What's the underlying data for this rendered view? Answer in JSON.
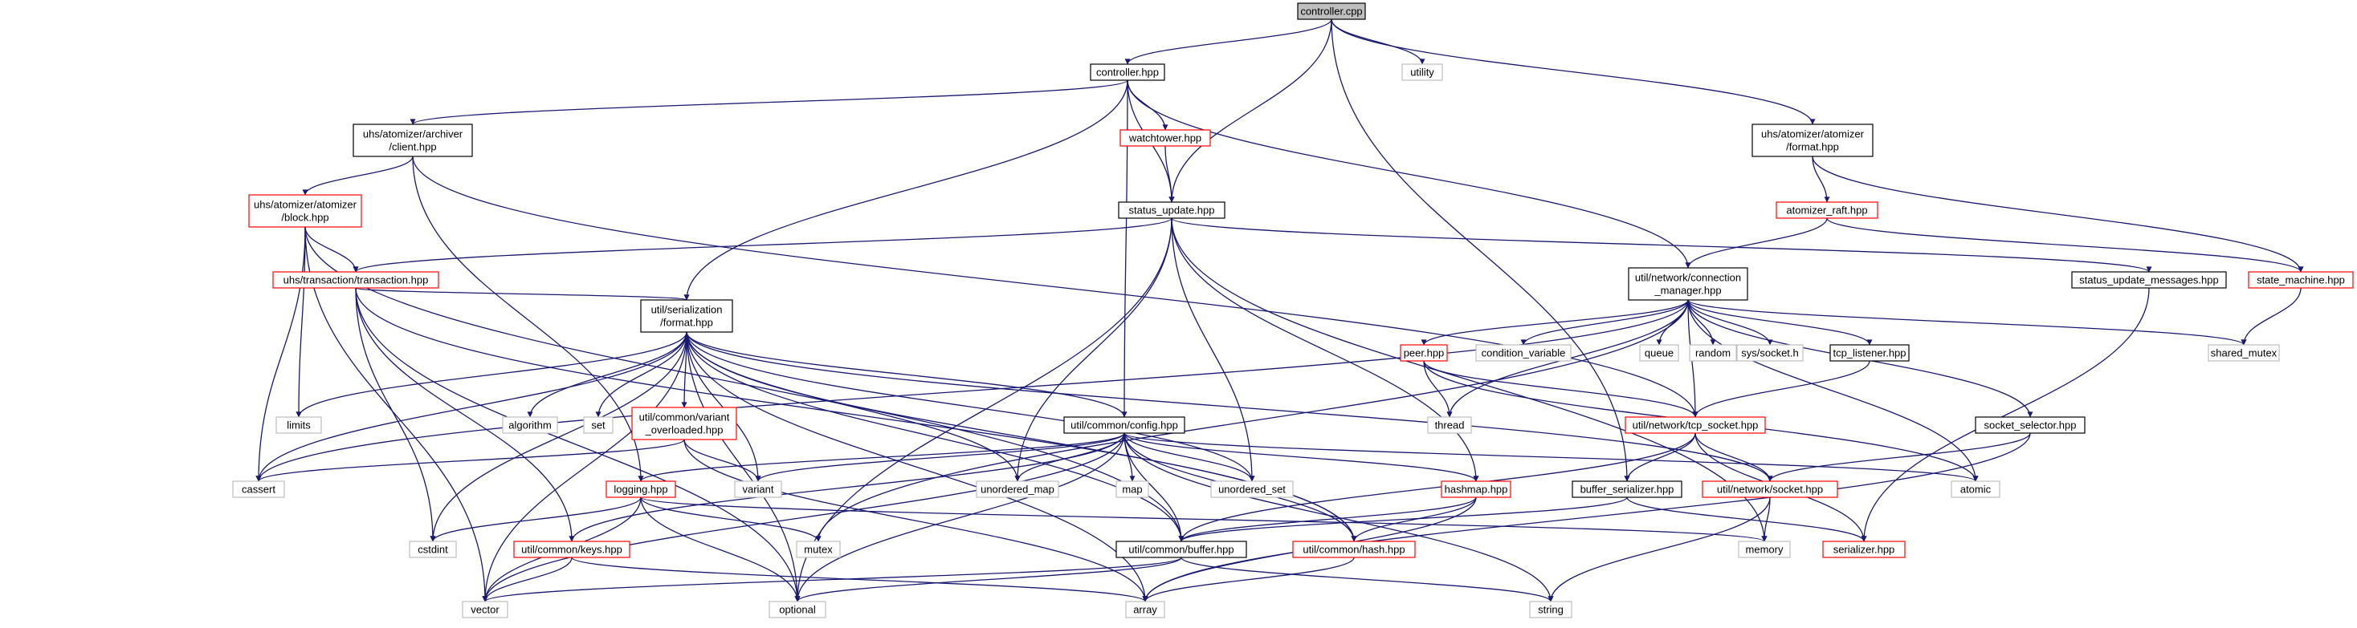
{
  "colors": {
    "edge": "#191970",
    "root_fill": "#bfbfbf",
    "root_border": "#000000",
    "local_border": "#000000",
    "missing_border": "#ff0000",
    "system_border": "#bfbfbf",
    "system_text": "#404040"
  },
  "nodes": [
    {
      "id": "controller_cpp",
      "lines": [
        "controller.cpp"
      ],
      "kind": "root"
    },
    {
      "id": "controller_hpp",
      "lines": [
        "controller.hpp"
      ],
      "kind": "local"
    },
    {
      "id": "utility",
      "lines": [
        "utility"
      ],
      "kind": "system"
    },
    {
      "id": "archiver_client",
      "lines": [
        "uhs/atomizer/archiver",
        "/client.hpp"
      ],
      "kind": "local"
    },
    {
      "id": "atomizer_format",
      "lines": [
        "uhs/atomizer/atomizer",
        "/format.hpp"
      ],
      "kind": "local"
    },
    {
      "id": "watchtower",
      "lines": [
        "watchtower.hpp"
      ],
      "kind": "missing"
    },
    {
      "id": "block",
      "lines": [
        "uhs/atomizer/atomizer",
        "/block.hpp"
      ],
      "kind": "missing"
    },
    {
      "id": "status_update",
      "lines": [
        "status_update.hpp"
      ],
      "kind": "local"
    },
    {
      "id": "atomizer_raft",
      "lines": [
        "atomizer_raft.hpp"
      ],
      "kind": "missing"
    },
    {
      "id": "transaction",
      "lines": [
        "uhs/transaction/transaction.hpp"
      ],
      "kind": "missing"
    },
    {
      "id": "conn_mgr",
      "lines": [
        "util/network/connection",
        "_manager.hpp"
      ],
      "kind": "local"
    },
    {
      "id": "status_msgs",
      "lines": [
        "status_update_messages.hpp"
      ],
      "kind": "local"
    },
    {
      "id": "state_machine",
      "lines": [
        "state_machine.hpp"
      ],
      "kind": "missing"
    },
    {
      "id": "ser_format",
      "lines": [
        "util/serialization",
        "/format.hpp"
      ],
      "kind": "local"
    },
    {
      "id": "peer",
      "lines": [
        "peer.hpp"
      ],
      "kind": "missing"
    },
    {
      "id": "cond_var",
      "lines": [
        "condition_variable"
      ],
      "kind": "system"
    },
    {
      "id": "queue",
      "lines": [
        "queue"
      ],
      "kind": "system"
    },
    {
      "id": "random",
      "lines": [
        "random"
      ],
      "kind": "system"
    },
    {
      "id": "sys_socket",
      "lines": [
        "sys/socket.h"
      ],
      "kind": "system"
    },
    {
      "id": "tcp_listener",
      "lines": [
        "tcp_listener.hpp"
      ],
      "kind": "local"
    },
    {
      "id": "shared_mutex",
      "lines": [
        "shared_mutex"
      ],
      "kind": "system"
    },
    {
      "id": "limits",
      "lines": [
        "limits"
      ],
      "kind": "system"
    },
    {
      "id": "algorithm",
      "lines": [
        "algorithm"
      ],
      "kind": "system"
    },
    {
      "id": "set",
      "lines": [
        "set"
      ],
      "kind": "system"
    },
    {
      "id": "variant_overloaded",
      "lines": [
        "util/common/variant",
        "_overloaded.hpp"
      ],
      "kind": "missing"
    },
    {
      "id": "thread",
      "lines": [
        "thread"
      ],
      "kind": "system"
    },
    {
      "id": "tcp_socket",
      "lines": [
        "util/network/tcp_socket.hpp"
      ],
      "kind": "missing"
    },
    {
      "id": "socket_selector",
      "lines": [
        "socket_selector.hpp"
      ],
      "kind": "local"
    },
    {
      "id": "config",
      "lines": [
        "util/common/config.hpp"
      ],
      "kind": "local"
    },
    {
      "id": "cassert",
      "lines": [
        "cassert"
      ],
      "kind": "system"
    },
    {
      "id": "logging",
      "lines": [
        "logging.hpp"
      ],
      "kind": "missing"
    },
    {
      "id": "variant",
      "lines": [
        "variant"
      ],
      "kind": "system"
    },
    {
      "id": "unordered_map",
      "lines": [
        "unordered_map"
      ],
      "kind": "system"
    },
    {
      "id": "map",
      "lines": [
        "map"
      ],
      "kind": "system"
    },
    {
      "id": "unordered_set",
      "lines": [
        "unordered_set"
      ],
      "kind": "system"
    },
    {
      "id": "hashmap",
      "lines": [
        "hashmap.hpp"
      ],
      "kind": "missing"
    },
    {
      "id": "buffer_serializer",
      "lines": [
        "buffer_serializer.hpp"
      ],
      "kind": "local"
    },
    {
      "id": "net_socket",
      "lines": [
        "util/network/socket.hpp"
      ],
      "kind": "missing"
    },
    {
      "id": "atomic",
      "lines": [
        "atomic"
      ],
      "kind": "system"
    },
    {
      "id": "cstdint",
      "lines": [
        "cstdint"
      ],
      "kind": "system"
    },
    {
      "id": "mutex",
      "lines": [
        "mutex"
      ],
      "kind": "system"
    },
    {
      "id": "keys",
      "lines": [
        "util/common/keys.hpp"
      ],
      "kind": "missing"
    },
    {
      "id": "buffer",
      "lines": [
        "util/common/buffer.hpp"
      ],
      "kind": "local"
    },
    {
      "id": "hash",
      "lines": [
        "util/common/hash.hpp"
      ],
      "kind": "missing"
    },
    {
      "id": "memory",
      "lines": [
        "memory"
      ],
      "kind": "system"
    },
    {
      "id": "serializer",
      "lines": [
        "serializer.hpp"
      ],
      "kind": "missing"
    },
    {
      "id": "vector",
      "lines": [
        "vector"
      ],
      "kind": "system"
    },
    {
      "id": "optional",
      "lines": [
        "optional"
      ],
      "kind": "system"
    },
    {
      "id": "array",
      "lines": [
        "array"
      ],
      "kind": "system"
    },
    {
      "id": "string",
      "lines": [
        "string"
      ],
      "kind": "system"
    }
  ],
  "edges": [
    [
      "controller_cpp",
      "controller_hpp"
    ],
    [
      "controller_cpp",
      "utility"
    ],
    [
      "controller_cpp",
      "atomizer_format"
    ],
    [
      "controller_cpp",
      "status_update"
    ],
    [
      "controller_cpp",
      "buffer_serializer"
    ],
    [
      "controller_hpp",
      "archiver_client"
    ],
    [
      "controller_hpp",
      "watchtower"
    ],
    [
      "controller_hpp",
      "status_update"
    ],
    [
      "controller_hpp",
      "ser_format"
    ],
    [
      "controller_hpp",
      "config"
    ],
    [
      "controller_hpp",
      "conn_mgr"
    ],
    [
      "archiver_client",
      "block"
    ],
    [
      "archiver_client",
      "logging"
    ],
    [
      "archiver_client",
      "tcp_socket"
    ],
    [
      "atomizer_format",
      "atomizer_raft"
    ],
    [
      "atomizer_format",
      "state_machine"
    ],
    [
      "watchtower",
      "status_update"
    ],
    [
      "block",
      "transaction"
    ],
    [
      "block",
      "vector"
    ],
    [
      "block",
      "cassert"
    ],
    [
      "block",
      "limits"
    ],
    [
      "block",
      "buffer"
    ],
    [
      "status_update",
      "transaction"
    ],
    [
      "status_update",
      "status_msgs"
    ],
    [
      "status_update",
      "optional"
    ],
    [
      "status_update",
      "unordered_map"
    ],
    [
      "status_update",
      "unordered_set"
    ],
    [
      "status_update",
      "hashmap"
    ],
    [
      "status_update",
      "memory"
    ],
    [
      "atomizer_raft",
      "conn_mgr"
    ],
    [
      "atomizer_raft",
      "state_machine"
    ],
    [
      "transaction",
      "ser_format"
    ],
    [
      "transaction",
      "keys"
    ],
    [
      "transaction",
      "cstdint"
    ],
    [
      "transaction",
      "optional"
    ],
    [
      "transaction",
      "hash"
    ],
    [
      "conn_mgr",
      "peer"
    ],
    [
      "conn_mgr",
      "cond_var"
    ],
    [
      "conn_mgr",
      "queue"
    ],
    [
      "conn_mgr",
      "random"
    ],
    [
      "conn_mgr",
      "sys_socket"
    ],
    [
      "conn_mgr",
      "tcp_listener"
    ],
    [
      "conn_mgr",
      "shared_mutex"
    ],
    [
      "conn_mgr",
      "thread"
    ],
    [
      "conn_mgr",
      "tcp_socket"
    ],
    [
      "conn_mgr",
      "socket_selector"
    ],
    [
      "conn_mgr",
      "atomic"
    ],
    [
      "conn_mgr",
      "cassert"
    ],
    [
      "conn_mgr",
      "mutex"
    ],
    [
      "status_msgs",
      "serializer"
    ],
    [
      "state_machine",
      "shared_mutex"
    ],
    [
      "ser_format",
      "limits"
    ],
    [
      "ser_format",
      "algorithm"
    ],
    [
      "ser_format",
      "set"
    ],
    [
      "ser_format",
      "variant_overloaded"
    ],
    [
      "ser_format",
      "config"
    ],
    [
      "ser_format",
      "cassert"
    ],
    [
      "ser_format",
      "cstdint"
    ],
    [
      "ser_format",
      "variant"
    ],
    [
      "ser_format",
      "unordered_map"
    ],
    [
      "ser_format",
      "unordered_set"
    ],
    [
      "ser_format",
      "net_socket"
    ],
    [
      "ser_format",
      "buffer"
    ],
    [
      "ser_format",
      "vector"
    ],
    [
      "ser_format",
      "optional"
    ],
    [
      "ser_format",
      "array"
    ],
    [
      "ser_format",
      "hash"
    ],
    [
      "peer",
      "thread"
    ],
    [
      "peer",
      "tcp_socket"
    ],
    [
      "peer",
      "atomic"
    ],
    [
      "tcp_listener",
      "tcp_socket"
    ],
    [
      "variant_overloaded",
      "cassert"
    ],
    [
      "variant_overloaded",
      "variant"
    ],
    [
      "variant_overloaded",
      "array"
    ],
    [
      "tcp_socket",
      "buffer_serializer"
    ],
    [
      "tcp_socket",
      "net_socket"
    ],
    [
      "tcp_socket",
      "serializer"
    ],
    [
      "tcp_socket",
      "buffer"
    ],
    [
      "socket_selector",
      "net_socket"
    ],
    [
      "socket_selector",
      "array"
    ],
    [
      "config",
      "logging"
    ],
    [
      "config",
      "keys"
    ],
    [
      "config",
      "variant"
    ],
    [
      "config",
      "unordered_map"
    ],
    [
      "config",
      "map"
    ],
    [
      "config",
      "unordered_set"
    ],
    [
      "config",
      "hashmap"
    ],
    [
      "config",
      "buffer"
    ],
    [
      "config",
      "vector"
    ],
    [
      "config",
      "optional"
    ],
    [
      "config",
      "atomic"
    ],
    [
      "config",
      "string"
    ],
    [
      "config",
      "hash"
    ],
    [
      "logging",
      "cstdint"
    ],
    [
      "logging",
      "mutex"
    ],
    [
      "logging",
      "optional"
    ],
    [
      "logging",
      "memory"
    ],
    [
      "logging",
      "vector"
    ],
    [
      "hashmap",
      "buffer"
    ],
    [
      "hashmap",
      "hash"
    ],
    [
      "hashmap",
      "array"
    ],
    [
      "buffer_serializer",
      "buffer"
    ],
    [
      "buffer_serializer",
      "serializer"
    ],
    [
      "net_socket",
      "memory"
    ],
    [
      "net_socket",
      "string"
    ],
    [
      "keys",
      "vector"
    ],
    [
      "keys",
      "array"
    ],
    [
      "buffer",
      "vector"
    ],
    [
      "buffer",
      "optional"
    ],
    [
      "buffer",
      "string"
    ],
    [
      "hash",
      "array"
    ]
  ]
}
